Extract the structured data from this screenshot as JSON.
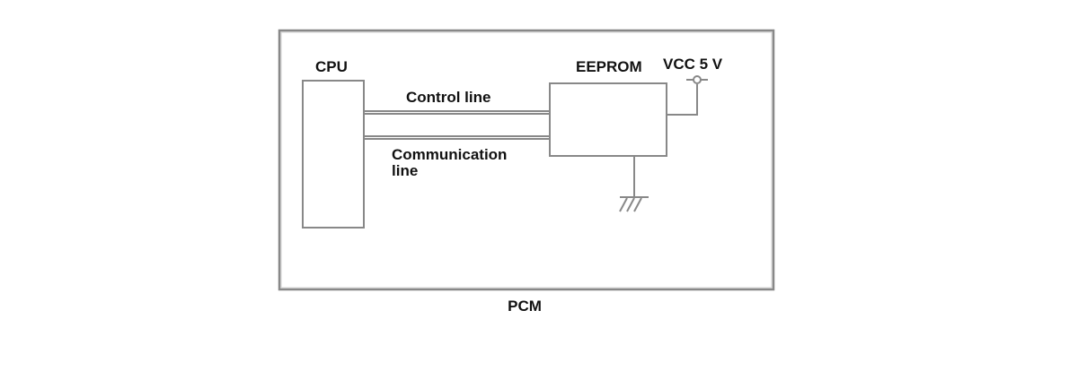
{
  "diagram": {
    "module_label": "PCM",
    "cpu_label": "CPU",
    "eeprom_label": "EEPROM",
    "vcc_label": "VCC 5 V",
    "control_line_label": "Control line",
    "communication_line_label_1": "Communication",
    "communication_line_label_2": "line"
  },
  "colors": {
    "stroke": "#888888",
    "text": "#111111"
  }
}
